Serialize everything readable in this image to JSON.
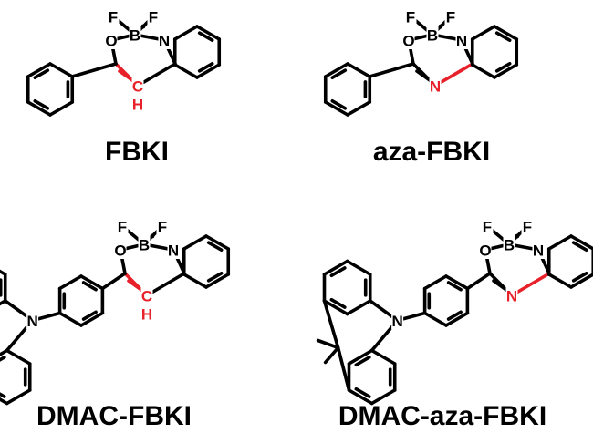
{
  "colors": {
    "bond": "#000000",
    "highlight": "#e8202a",
    "background": "#ffffff"
  },
  "molecules": [
    {
      "id": "fbki",
      "name": "FBKI",
      "bridge_atom": "CH"
    },
    {
      "id": "aza-fbki",
      "name": "aza-FBKI",
      "bridge_atom": "N"
    },
    {
      "id": "dmac-fbki",
      "name": "DMAC-FBKI",
      "bridge_atom": "CH"
    },
    {
      "id": "dmac-aza-fbki",
      "name": "DMAC-aza-FBKI",
      "bridge_atom": "N"
    }
  ],
  "atom_labels": {
    "fluorine": "F",
    "boron": "B",
    "oxygen": "O",
    "nitrogen": "N",
    "carbon": "C",
    "hydrogen": "H"
  }
}
